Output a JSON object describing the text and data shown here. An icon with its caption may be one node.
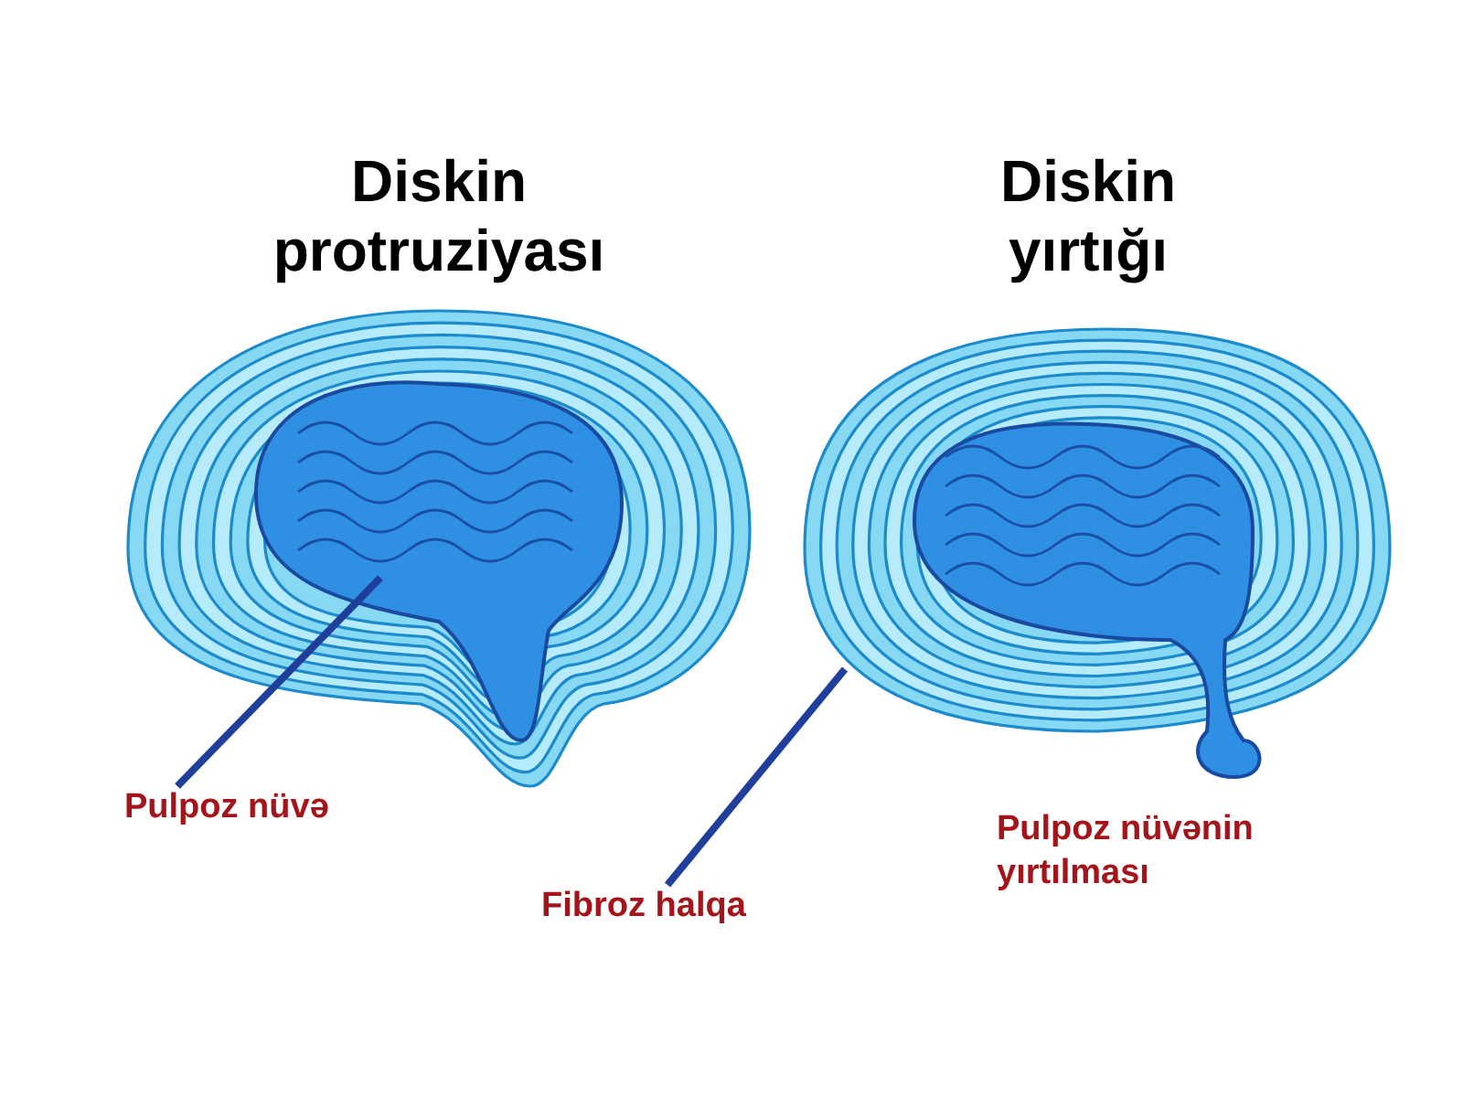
{
  "diagram": {
    "nodes": [
      {
        "text": [
          "Pulpoz nüvə"
        ]
      },
      {
        "text": [],
        "shape": "picture"
      },
      {
        "text": [
          "Fibroz halqa"
        ]
      },
      {
        "text": [],
        "shape": "picture"
      }
    ],
    "edges": [
      {
        "from": 0,
        "to": 1,
        "arrow": "none"
      },
      {
        "from": 2,
        "to": 3,
        "arrow": "none"
      }
    ],
    "labels": [
      "Diskin protruziyası",
      "Diskin yırtığı",
      "Pulpoz nüvənin yırtılması"
    ]
  }
}
